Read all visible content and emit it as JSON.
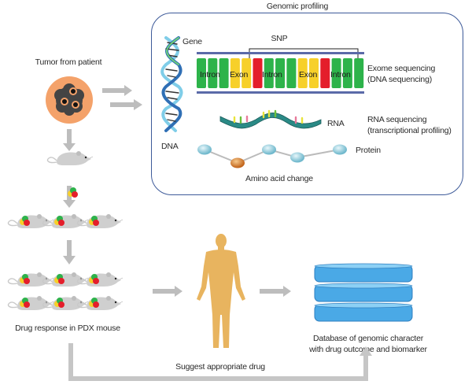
{
  "left_flow": {
    "tumor_label": "Tumor from patient",
    "pdx_label": "Drug response in PDX mouse"
  },
  "genomic_panel": {
    "title": "Genomic profiling",
    "gene_label": "Gene",
    "snp_label": "SNP",
    "dna_label": "DNA",
    "segments": [
      {
        "type": "intron",
        "label": "Intron"
      },
      {
        "type": "exon",
        "label": "Exon"
      },
      {
        "type": "intron",
        "label": "Intron"
      },
      {
        "type": "exon",
        "label": "Exon"
      },
      {
        "type": "intron",
        "label": "Intron"
      }
    ],
    "exome_label_line1": "Exome sequencing",
    "exome_label_line2": "(DNA sequencing)",
    "rna_label": "RNA",
    "rna_seq_line1": "RNA sequencing",
    "rna_seq_line2": "(transcriptional profiling)",
    "protein_label": "Protein",
    "amino_label": "Amino acid change"
  },
  "bottom": {
    "suggest_label": "Suggest appropriate drug",
    "database_line1": "Database of genomic character",
    "database_line2": "with drug outcome and biomarker"
  },
  "colors": {
    "intron": "#2db34a",
    "exon": "#f7d02a",
    "snp": "#e41e2b",
    "strand": "#5b6aa8",
    "panel_border": "#3d5a99",
    "arrow": "#bdbdbd",
    "tumor_outer": "#f4a26a",
    "human": "#e8b45f",
    "database": "#4aa9e6"
  }
}
